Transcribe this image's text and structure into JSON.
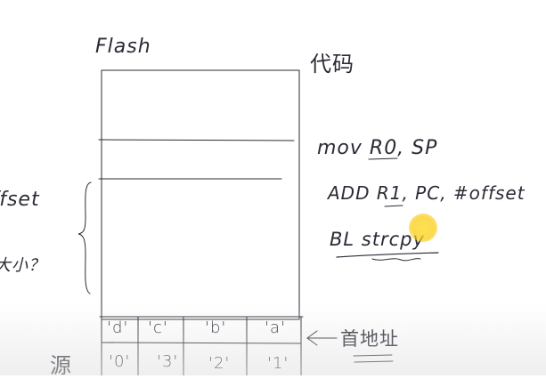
{
  "labels": {
    "flash": "Flash",
    "code": "代码",
    "offset": "offset",
    "offset_note": "大小？",
    "source": "源",
    "dest_address": "首地址"
  },
  "instructions": [
    "mov R0, SP",
    "ADD R1, PC, #offset",
    "BL strcpy"
  ],
  "memory_cells": {
    "row1": [
      "'d'",
      "'c'",
      "'b'",
      "'a'"
    ],
    "row2": [
      "'0'",
      "'3'",
      "'2'",
      "'1'"
    ]
  },
  "colors": {
    "ink": "#2b2b36",
    "cursor": "#facc15"
  }
}
